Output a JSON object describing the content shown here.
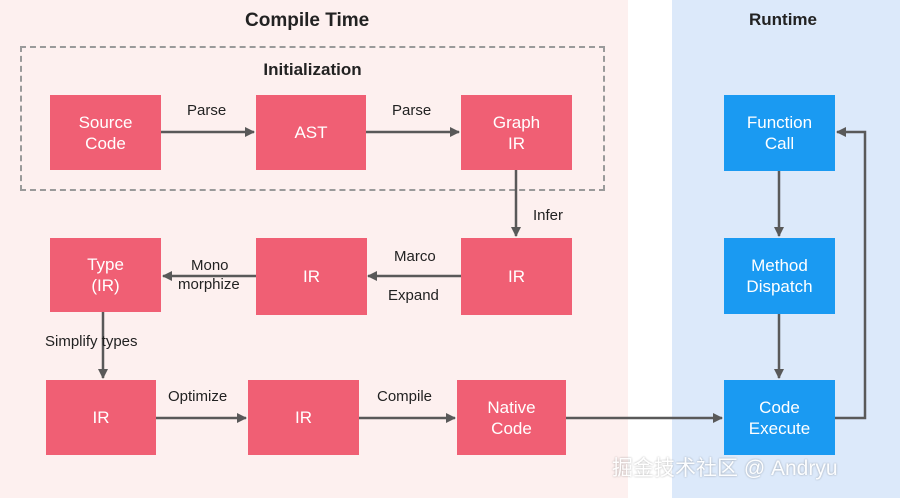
{
  "compile": {
    "title": "Compile Time"
  },
  "runtime": {
    "title": "Runtime"
  },
  "init": {
    "title": "Initialization"
  },
  "nodes": {
    "source_code": "Source\nCode",
    "ast": "AST",
    "graph_ir": "Graph\nIR",
    "ir_inferred": "IR",
    "ir_macro": "IR",
    "type_ir": "Type\n(IR)",
    "ir_simplified": "IR",
    "ir_optimized": "IR",
    "native_code": "Native\nCode",
    "function_call": "Function\nCall",
    "method_dispatch": "Method\nDispatch",
    "code_execute": "Code\nExecute"
  },
  "edges": {
    "parse1": "Parse",
    "parse2": "Parse",
    "infer": "Infer",
    "marco": "Marco",
    "expand": "Expand",
    "mono": "Mono",
    "morphize": "morphize",
    "simplify": "Simplify types",
    "optimize": "Optimize",
    "compile": "Compile"
  },
  "watermark": "掘金技术社区 @ Andryu",
  "colors": {
    "compile_node": "#f05f74",
    "runtime_node": "#1a9af2",
    "arrow": "#595959"
  }
}
